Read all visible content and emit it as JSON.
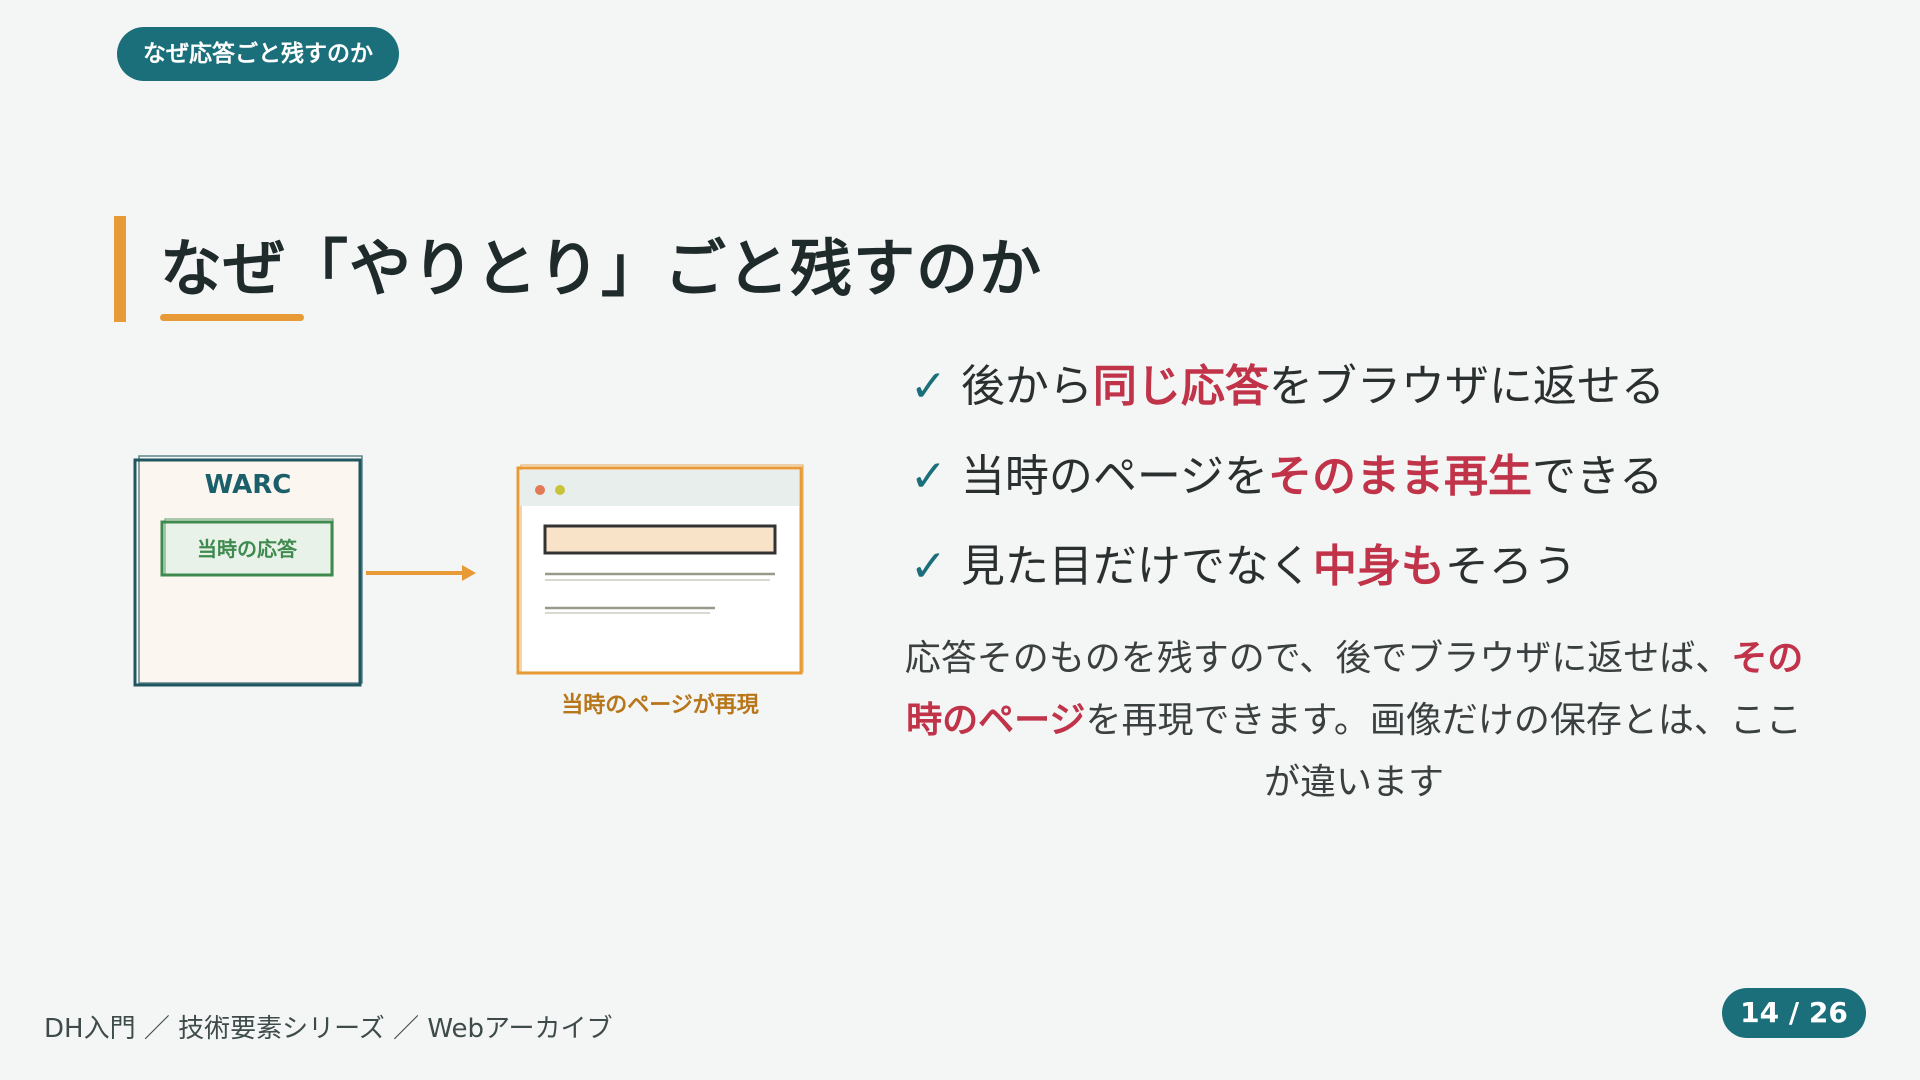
{
  "header": {
    "section_badge": "なぜ応答ごと残すのか"
  },
  "title": {
    "text": "なぜ「やりとり」ごと残すのか"
  },
  "illustration": {
    "warc_label": "WARC",
    "response_label": "当時の応答",
    "caption": "当時のページが再現"
  },
  "bullets": [
    {
      "check": "✓",
      "before": "後から",
      "highlight": "同じ応答",
      "after": "をブラウザに返せる"
    },
    {
      "check": "✓",
      "before": "当時のページを",
      "highlight": "そのまま再生",
      "after": "できる"
    },
    {
      "check": "✓",
      "before": "見た目だけでなく",
      "highlight": "中身も",
      "after": "そろう"
    }
  ],
  "note": {
    "before": "応答そのものを残すので、後でブラウザに返せば、",
    "highlight": "その時のページ",
    "after": "を再現できます。画像だけの保存とは、ここが違います"
  },
  "footer": {
    "path": "DH入門 ／ 技術要素シリーズ ／ Webアーカイブ",
    "page": "14 / 26"
  },
  "colors": {
    "teal": "#1a6f7a",
    "orange": "#e79a35",
    "highlight": "#c03349",
    "green": "#3f8a4f"
  }
}
